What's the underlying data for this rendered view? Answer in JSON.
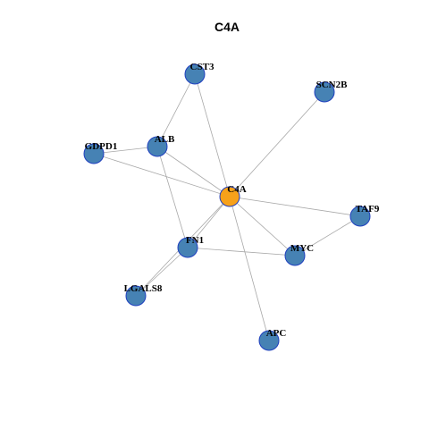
{
  "title": "C4A",
  "colors": {
    "center_fill": "#f7a11a",
    "center_stroke": "#8a5a00",
    "node_fill": "#4682b4",
    "node_stroke": "#1f3fbf",
    "edge": "#a8a8a8"
  },
  "nodes": [
    {
      "id": "C4A",
      "label": "C4A",
      "role": "center"
    },
    {
      "id": "CST3",
      "label": "CST3",
      "role": "neighbor"
    },
    {
      "id": "SCN2B",
      "label": "SCN2B",
      "role": "neighbor"
    },
    {
      "id": "ALB",
      "label": "ALB",
      "role": "neighbor"
    },
    {
      "id": "GDPD1",
      "label": "GDPD1",
      "role": "neighbor"
    },
    {
      "id": "TAF9",
      "label": "TAF9",
      "role": "neighbor"
    },
    {
      "id": "FN1",
      "label": "FN1",
      "role": "neighbor"
    },
    {
      "id": "MYC",
      "label": "MYC",
      "role": "neighbor"
    },
    {
      "id": "LGALS8",
      "label": "LGALS8",
      "role": "neighbor"
    },
    {
      "id": "APC",
      "label": "APC",
      "role": "neighbor"
    }
  ],
  "edges": [
    [
      "C4A",
      "CST3"
    ],
    [
      "C4A",
      "SCN2B"
    ],
    [
      "C4A",
      "ALB"
    ],
    [
      "C4A",
      "GDPD1"
    ],
    [
      "C4A",
      "TAF9"
    ],
    [
      "C4A",
      "FN1"
    ],
    [
      "C4A",
      "MYC"
    ],
    [
      "C4A",
      "LGALS8"
    ],
    [
      "C4A",
      "APC"
    ],
    [
      "CST3",
      "ALB"
    ],
    [
      "ALB",
      "GDPD1"
    ],
    [
      "ALB",
      "FN1"
    ],
    [
      "FN1",
      "MYC"
    ],
    [
      "FN1",
      "LGALS8"
    ],
    [
      "MYC",
      "TAF9"
    ]
  ]
}
